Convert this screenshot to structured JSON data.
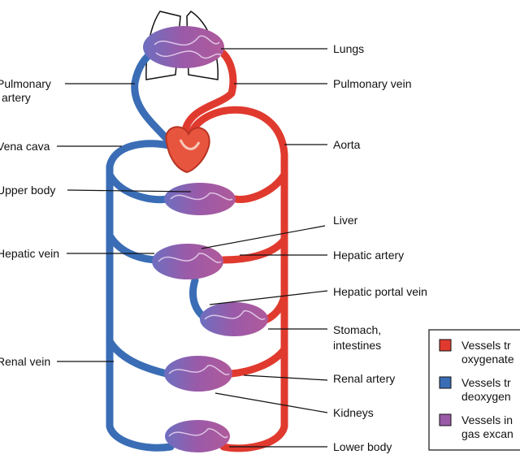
{
  "labels": {
    "lungs": "Lungs",
    "pulmonary_artery_line1": "Pulmonary",
    "pulmonary_artery_line2": "artery",
    "pulmonary_vein": "Pulmonary vein",
    "vena_cava": "Vena cava",
    "aorta": "Aorta",
    "upper_body": "Upper body",
    "liver": "Liver",
    "hepatic_vein": "Hepatic vein",
    "hepatic_artery": "Hepatic artery",
    "hepatic_portal_vein": "Hepatic portal vein",
    "stomach_line1": "Stomach,",
    "stomach_line2": "intestines",
    "renal_vein": "Renal vein",
    "renal_artery": "Renal artery",
    "kidneys": "Kidneys",
    "lower_body": "Lower body"
  },
  "legend": {
    "items": [
      {
        "color": "#e03a2f",
        "line1": "Vessels tr",
        "line2": "oxygenate"
      },
      {
        "color": "#3a6db5",
        "line1": "Vessels tr",
        "line2": "deoxygen"
      },
      {
        "color": "#9b5aa8",
        "line1": "Vessels in",
        "line2": "gas excan"
      }
    ]
  },
  "colors": {
    "oxygenated": "#e03a2f",
    "deoxygenated": "#3a6db5",
    "capillary": "#9b5aa8",
    "heart": "#e8553f"
  }
}
